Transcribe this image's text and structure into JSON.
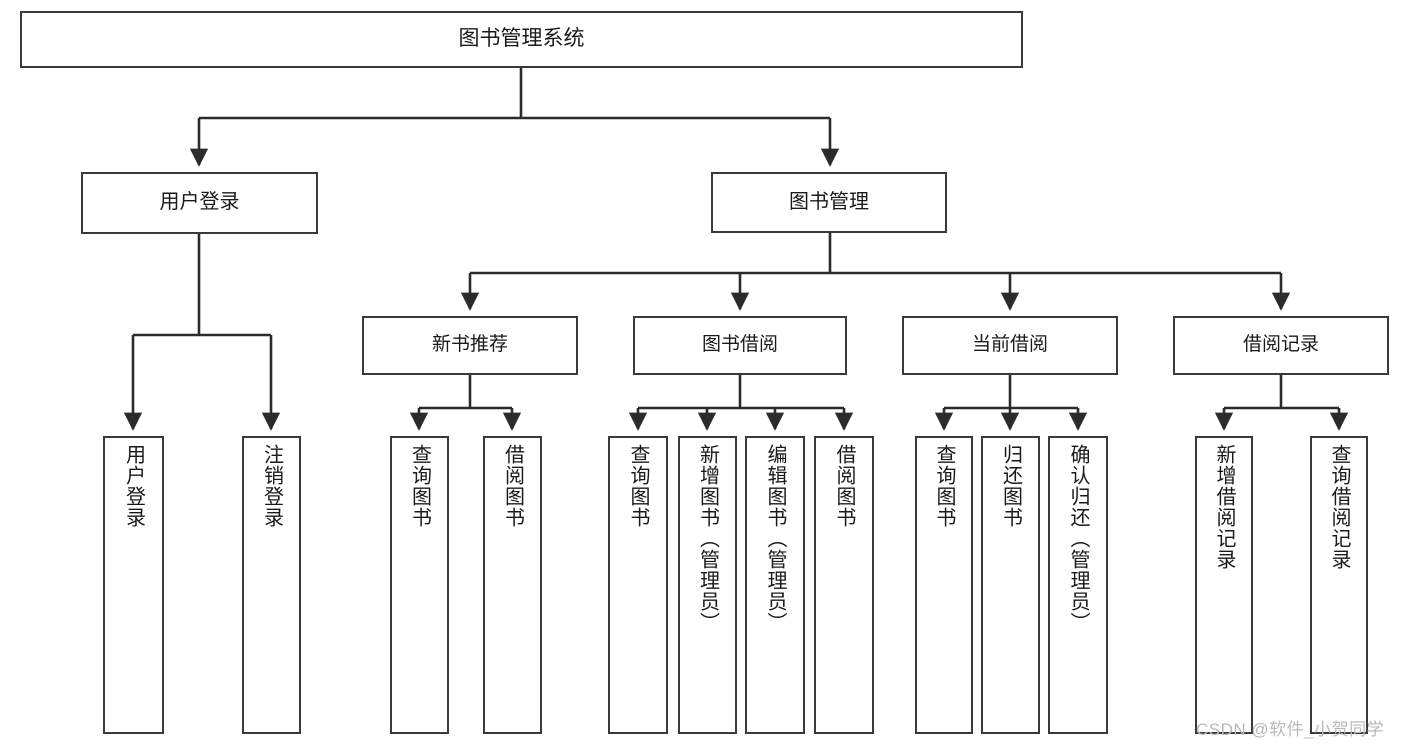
{
  "diagram": {
    "title": "图书管理系统",
    "type": "tree-hierarchy",
    "root": {
      "id": "root",
      "label": "图书管理系统"
    },
    "level1": [
      {
        "id": "user-login",
        "label": "用户登录"
      },
      {
        "id": "book-manage",
        "label": "图书管理"
      }
    ],
    "level2": [
      {
        "id": "new-book-recommend",
        "label": "新书推荐",
        "parent": "book-manage"
      },
      {
        "id": "book-borrow",
        "label": "图书借阅",
        "parent": "book-manage"
      },
      {
        "id": "current-borrow",
        "label": "当前借阅",
        "parent": "book-manage"
      },
      {
        "id": "borrow-record",
        "label": "借阅记录",
        "parent": "book-manage"
      }
    ],
    "leaves": [
      {
        "id": "leaf-user-login",
        "label": "用户登录",
        "parent": "user-login"
      },
      {
        "id": "leaf-user-logout",
        "label": "注销登录",
        "parent": "user-login"
      },
      {
        "id": "leaf-query-book-1",
        "label": "查询图书",
        "parent": "new-book-recommend"
      },
      {
        "id": "leaf-borrow-book-1",
        "label": "借阅图书",
        "parent": "new-book-recommend"
      },
      {
        "id": "leaf-query-book-2",
        "label": "查询图书",
        "parent": "book-borrow"
      },
      {
        "id": "leaf-add-book",
        "label": "新增图书（管理员）",
        "parent": "book-borrow"
      },
      {
        "id": "leaf-edit-book",
        "label": "编辑图书（管理员）",
        "parent": "book-borrow"
      },
      {
        "id": "leaf-borrow-book-2",
        "label": "借阅图书",
        "parent": "book-borrow"
      },
      {
        "id": "leaf-query-book-3",
        "label": "查询图书",
        "parent": "current-borrow"
      },
      {
        "id": "leaf-return-book",
        "label": "归还图书",
        "parent": "current-borrow"
      },
      {
        "id": "leaf-confirm-return",
        "label": "确认归还（管理员）",
        "parent": "current-borrow"
      },
      {
        "id": "leaf-add-record",
        "label": "新增借阅记录",
        "parent": "borrow-record"
      },
      {
        "id": "leaf-query-record",
        "label": "查询借阅记录",
        "parent": "borrow-record"
      }
    ],
    "watermark": "CSDN @软件_小贺同学",
    "colors": {
      "stroke": "#3a3a3a",
      "fill": "#ffffff",
      "text": "#1a1a1a",
      "watermark": "#b9b9b9"
    }
  }
}
